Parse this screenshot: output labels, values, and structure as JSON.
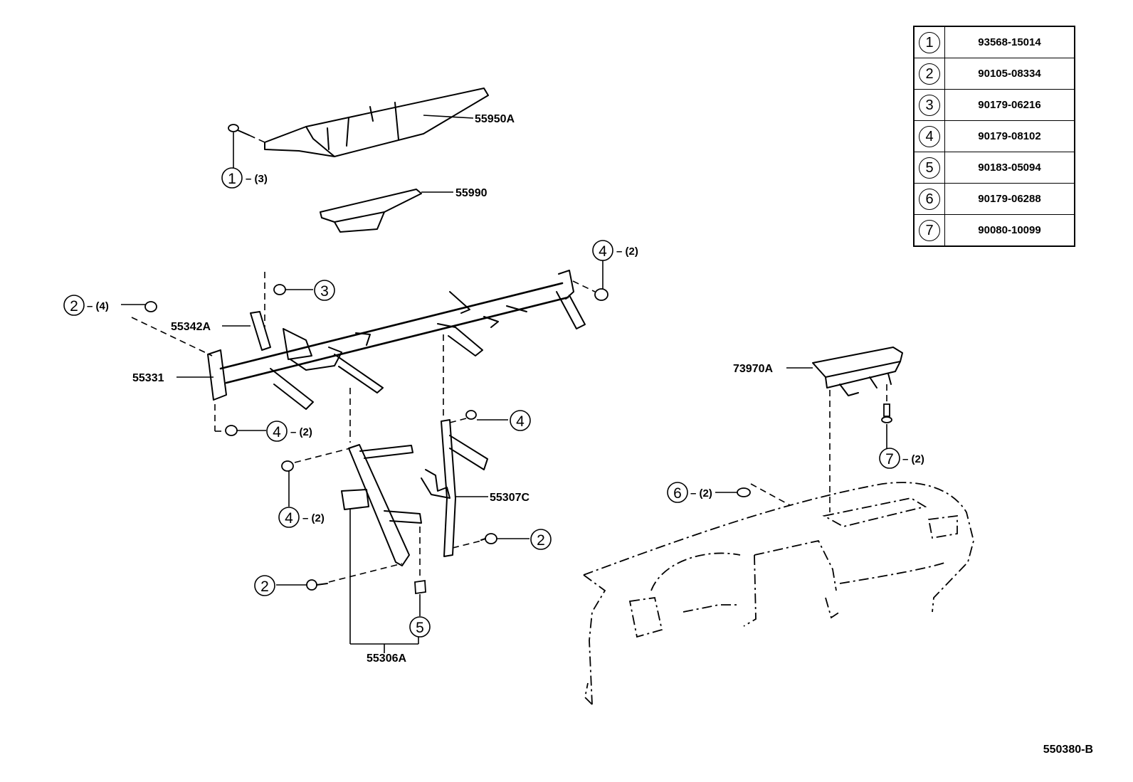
{
  "legend": [
    {
      "key": "1",
      "part_no": "93568-15014"
    },
    {
      "key": "2",
      "part_no": "90105-08334"
    },
    {
      "key": "3",
      "part_no": "90179-06216"
    },
    {
      "key": "4",
      "part_no": "90179-08102"
    },
    {
      "key": "5",
      "part_no": "90183-05094"
    },
    {
      "key": "6",
      "part_no": "90179-06288"
    },
    {
      "key": "7",
      "part_no": "90080-10099"
    }
  ],
  "labels": {
    "p55950A": "55950A",
    "p55990": "55990",
    "p55342A": "55342A",
    "p55331": "55331",
    "p55307C": "55307C",
    "p55306A": "55306A",
    "p73970A": "73970A"
  },
  "callouts": {
    "c1_num": "1",
    "c1_qty": "– (3)",
    "c2a_num": "2",
    "c2a_qty": "– (4)",
    "c3_num": "3",
    "c4a_num": "4",
    "c4a_qty": "– (2)",
    "c4b_num": "4",
    "c4b_qty": "– (2)",
    "c4c_num": "4",
    "c4d_num": "4",
    "c4d_qty": "– (2)",
    "c2b_num": "2",
    "c2c_num": "2",
    "c5_num": "5",
    "c6_num": "6",
    "c6_qty": "– (2)",
    "c7_num": "7",
    "c7_qty": "– (2)"
  },
  "diagram_id": "550380-B"
}
